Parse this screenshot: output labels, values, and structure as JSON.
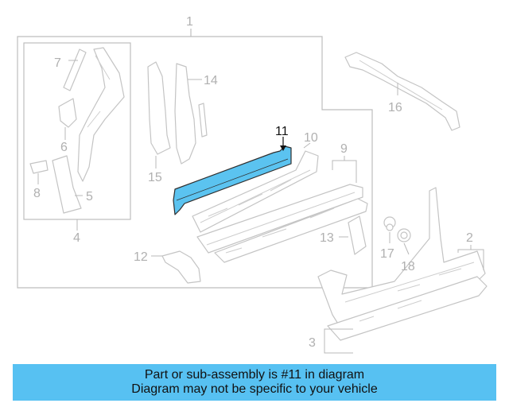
{
  "callouts": {
    "c1": "1",
    "c2": "2",
    "c3": "3",
    "c4": "4",
    "c5": "5",
    "c6": "6",
    "c7": "7",
    "c8": "8",
    "c9": "9",
    "c10": "10",
    "c11": "11",
    "c12": "12",
    "c13": "13",
    "c14": "14",
    "c15": "15",
    "c16": "16",
    "c17": "17",
    "c18": "18"
  },
  "highlight_color": "#5bc3f0",
  "banner": {
    "line1": "Part or sub-assembly is #11 in diagram",
    "line2": "Diagram may not be specific to your vehicle",
    "color": "#57c1f2"
  }
}
